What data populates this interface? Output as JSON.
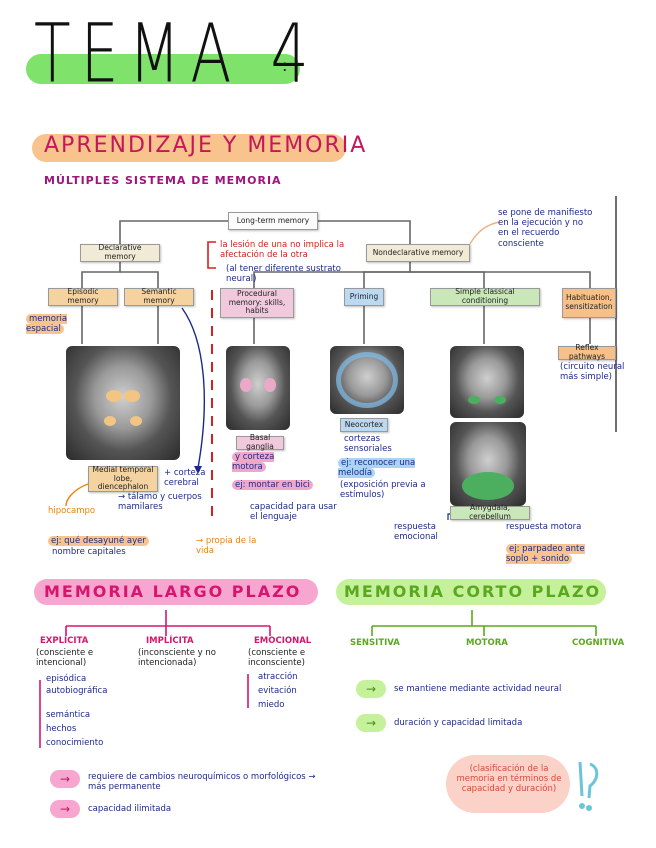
{
  "title": "TEMA 4",
  "title_colon": ":",
  "subtitle": "APRENDIZAJE Y MEMORIA",
  "section_heading": "MÚLTIPLES SISTEMA DE MEMORIA",
  "diagram": {
    "long_term": "Long-term memory",
    "declarative": "Declarative memory",
    "nondeclarative": "Nondeclarative memory",
    "episodic": "Episodic memory",
    "semantic": "Semantic memory",
    "procedural": "Procedural memory: skills, habits",
    "priming": "Priming",
    "classical": "Simple classical conditioning",
    "habituation": "Habituation, sensitization",
    "medial_temporal": "Medial temporal lobe, diencephalon",
    "basal_ganglia": "Basal ganglia",
    "neocortex": "Neocortex",
    "amygdala": "Amygdala, cerebellum",
    "reflex": "Reflex pathways"
  },
  "notes": {
    "nondecl_note": "se pone de manifiesto en la ejecución y no en el recuerdo consciente",
    "lesion_note": "la lesión de una no implica la afectación de la otra",
    "sustrato_note": "(al tener diferente sustrato neural)",
    "memoria_espacial": "memoria espacial",
    "corteza_cerebral": "+ corteza cerebral",
    "talamo": "→ tálamo y cuerpos mamilares",
    "hipocampo": "hipocampo",
    "ej_desayune": "ej: qué desayuné ayer",
    "nombre_capitales": "nombre capitales",
    "propia_vida": "→ propia de la vida",
    "corteza_motora": "y corteza motora",
    "ej_montar": "ej: montar en bici",
    "capacidad_lenguaje": "capacidad para usar el lenguaje",
    "corteza_sensoriales": "cortezas sensoriales",
    "ej_reconocer": "ej: reconocer una melodía",
    "exposicion_previa": "(exposición previa a estímulos)",
    "respuesta_emocional": "respuesta emocional",
    "respuesta_motora": "respuesta motora",
    "ej_parpadeo": "ej: parpadeo ante soplo + sonido",
    "circuito_neural": "(circuito neural más simple)"
  },
  "long_term": {
    "heading": "MEMORIA LARGO PLAZO",
    "categories": [
      {
        "title": "EXPLÍCITA",
        "desc": "(consciente e intencional)",
        "items": [
          "episódica",
          "autobiográfica",
          "semántica",
          "hechos",
          "conocimiento"
        ]
      },
      {
        "title": "IMPLÍCITA",
        "desc": "(inconsciente y no intencionada)",
        "items": []
      },
      {
        "title": "EMOCIONAL",
        "desc": "(consciente e inconsciente)",
        "items": [
          "atracción",
          "evitación",
          "miedo"
        ]
      }
    ],
    "bullets": [
      "requiere de cambios neuroquímicos o morfológicos → más permanente",
      "capacidad ilimitada"
    ]
  },
  "short_term": {
    "heading": "MEMORIA CORTO PLAZO",
    "types": [
      "SENSITIVA",
      "MOTORA",
      "COGNITIVA"
    ],
    "bullets": [
      "se mantiene mediante actividad neural",
      "duración y capacidad limitada"
    ],
    "cloud_note": "(clasificación de la memoria en términos de capacidad y duración)"
  },
  "arrow_symbol": "→",
  "colors": {
    "green": "#7fe36b",
    "pink": "#f7a6d0",
    "orange": "#f8c38d",
    "navy": "#1b2a8a",
    "red": "#d32020"
  }
}
